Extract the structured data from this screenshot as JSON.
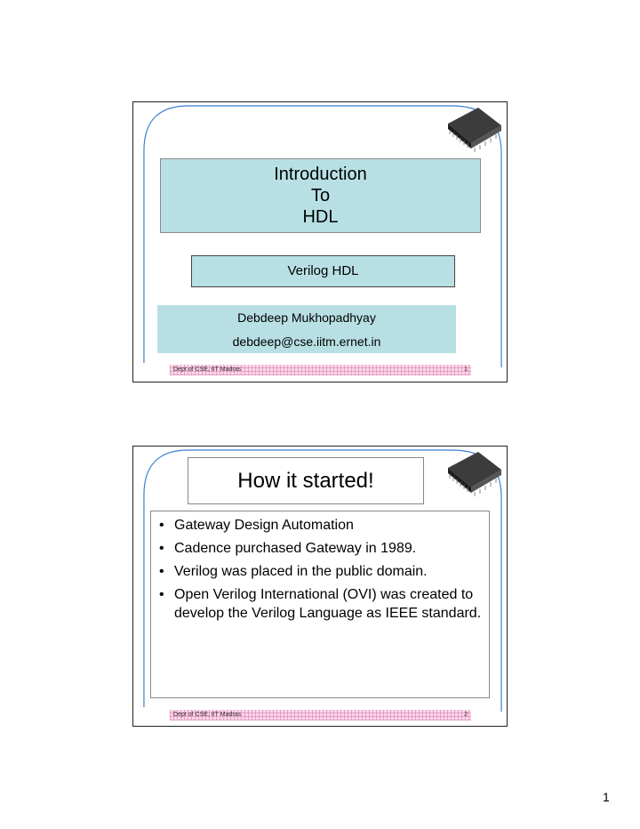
{
  "slides": [
    {
      "title_lines": [
        "Introduction",
        "To",
        "HDL"
      ],
      "subtitle": "Verilog HDL",
      "author": "Debdeep Mukhopadhyay",
      "email": "debdeep@cse.iitm.ernet.in",
      "footer": {
        "dept": "Dept of CSE, IIT Madras",
        "number": "1"
      }
    },
    {
      "title": "How it started!",
      "bullets": [
        "Gateway Design Automation",
        "Cadence purchased Gateway in 1989.",
        "Verilog was placed in the public domain.",
        "Open Verilog International (OVI) was created to develop the Verilog Language as IEEE standard."
      ],
      "footer": {
        "dept": "Dept of CSE, IIT Madras",
        "number": "2"
      }
    }
  ],
  "page_number": "1",
  "colors": {
    "box_fill": "#b8e0e4",
    "arc": "#3a7fd5",
    "footer": "#f9d8ea"
  }
}
